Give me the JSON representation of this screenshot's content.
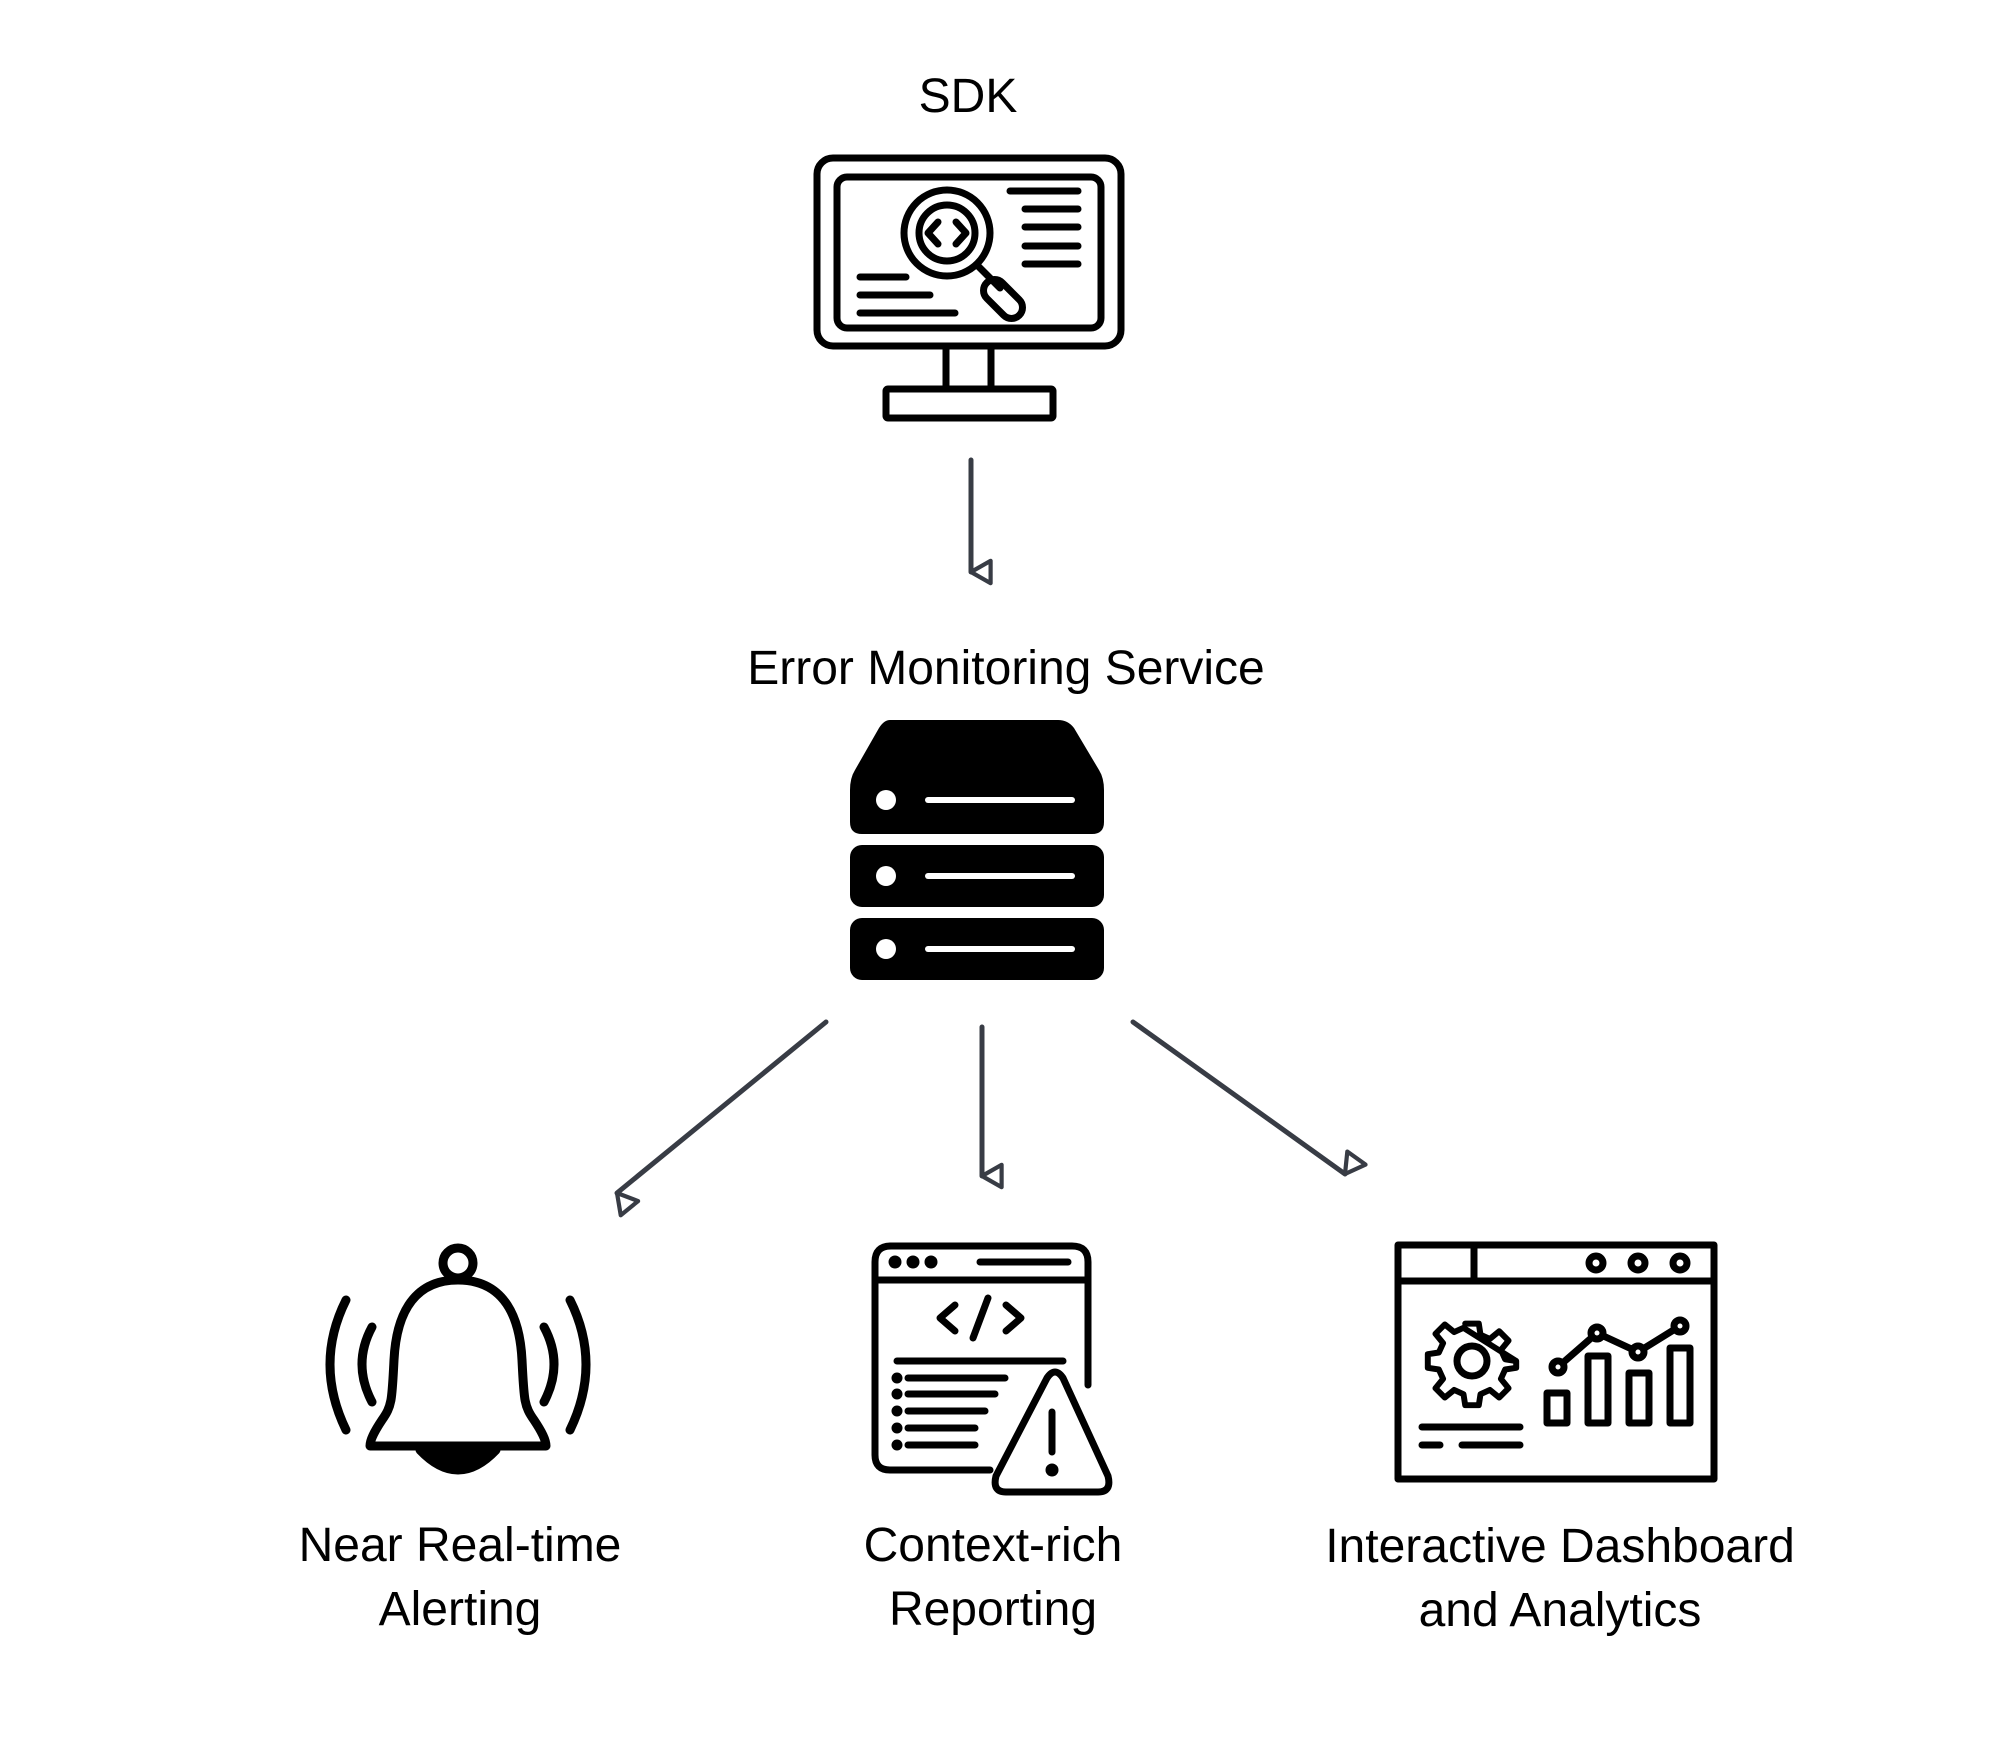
{
  "nodes": {
    "sdk": {
      "label": "SDK",
      "icon": "monitor-code-search-icon"
    },
    "service": {
      "label": "Error Monitoring Service",
      "icon": "server-stack-icon"
    },
    "alerting": {
      "label_line1": "Near Real-time",
      "label_line2": "Alerting",
      "icon": "ringing-bell-icon"
    },
    "reporting": {
      "label_line1": "Context-rich",
      "label_line2": "Reporting",
      "icon": "code-window-warning-icon"
    },
    "dashboard": {
      "label_line1": "Interactive Dashboard",
      "label_line2": "and Analytics",
      "icon": "analytics-dashboard-icon"
    }
  },
  "edges": [
    {
      "from": "sdk",
      "to": "service"
    },
    {
      "from": "service",
      "to": "alerting"
    },
    {
      "from": "service",
      "to": "reporting"
    },
    {
      "from": "service",
      "to": "dashboard"
    }
  ],
  "colors": {
    "icon": "#000000",
    "arrow": "#383c45",
    "text": "#000000",
    "background": "#ffffff"
  }
}
